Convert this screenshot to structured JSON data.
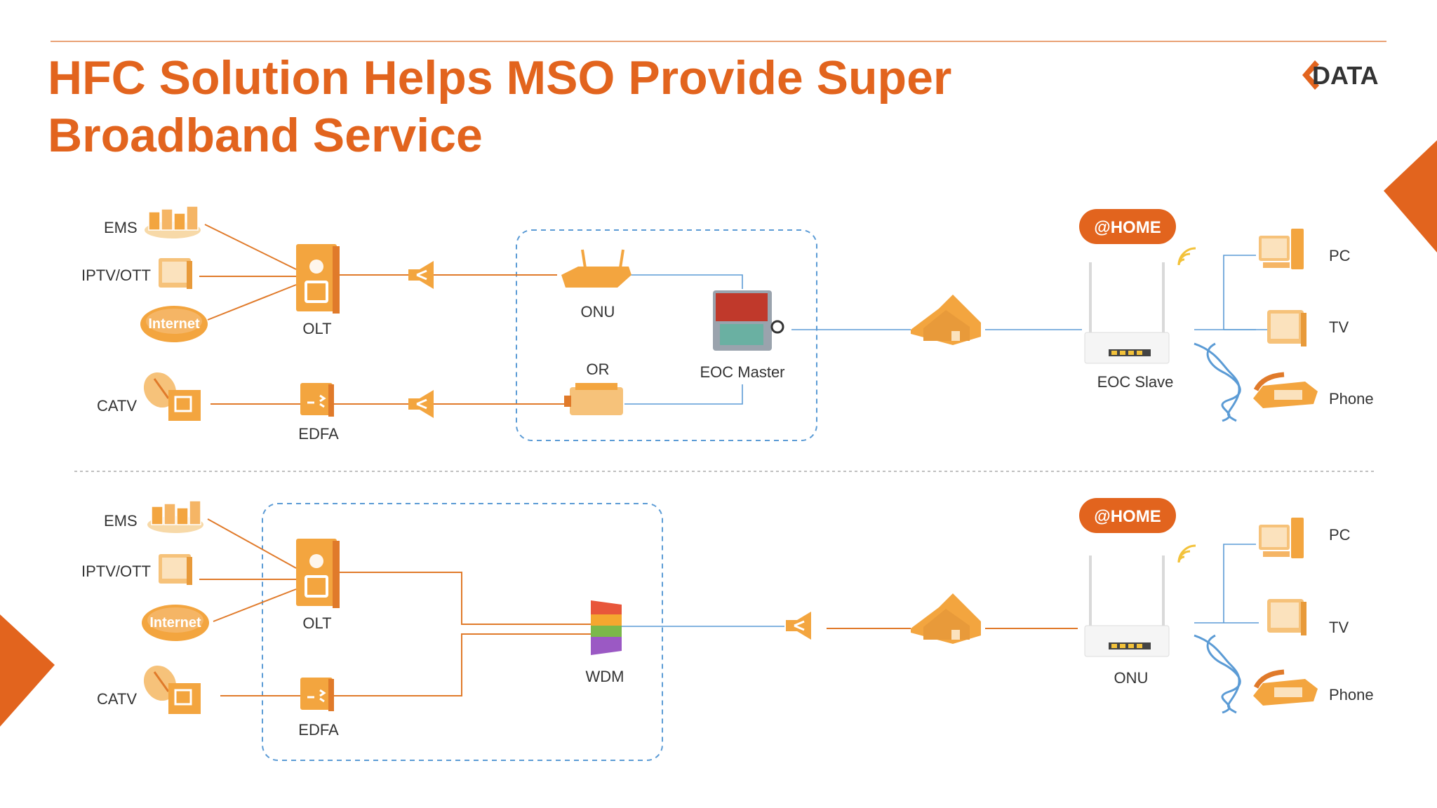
{
  "header": {
    "title_line1": "HFC Solution Helps MSO Provide Super",
    "title_line2": "Broadband Service",
    "logo_text": "DATA"
  },
  "colors": {
    "accent": "#e2641e",
    "device": "#f3a53f",
    "link_orange": "#e07a2a",
    "link_blue": "#5b9bd5",
    "box_border": "#5b9bd5",
    "wdm": [
      "#e8563a",
      "#f4a72f",
      "#7bb84a",
      "#9b59c4"
    ]
  },
  "top": {
    "sources": {
      "ems": "EMS",
      "iptv": "IPTV/OTT",
      "internet_badge": "Internet",
      "catv": "CATV"
    },
    "olt": "OLT",
    "edfa": "EDFA",
    "onu": "ONU",
    "or": "OR",
    "eoc_master": "EOC Master",
    "home_badge": "@HOME",
    "eoc_slave": "EOC Slave",
    "devices": {
      "pc": "PC",
      "tv": "TV",
      "phone": "Phone"
    }
  },
  "bottom": {
    "sources": {
      "ems": "EMS",
      "iptv": "IPTV/OTT",
      "internet_badge": "Internet",
      "catv": "CATV"
    },
    "olt": "OLT",
    "edfa": "EDFA",
    "wdm": "WDM",
    "home_badge": "@HOME",
    "onu": "ONU",
    "devices": {
      "pc": "PC",
      "tv": "TV",
      "phone": "Phone"
    }
  },
  "icons": [
    "server-rack-icon",
    "monitor-icon",
    "cloud-icon",
    "satellite-dish-icon",
    "olt-icon",
    "edfa-icon",
    "splitter-icon",
    "router-icon",
    "optical-receiver-icon",
    "eoc-master-icon",
    "house-icon",
    "wireless-router-icon",
    "wifi-icon",
    "pc-icon",
    "tv-icon",
    "phone-icon",
    "twisted-pair-icon",
    "wdm-icon"
  ]
}
